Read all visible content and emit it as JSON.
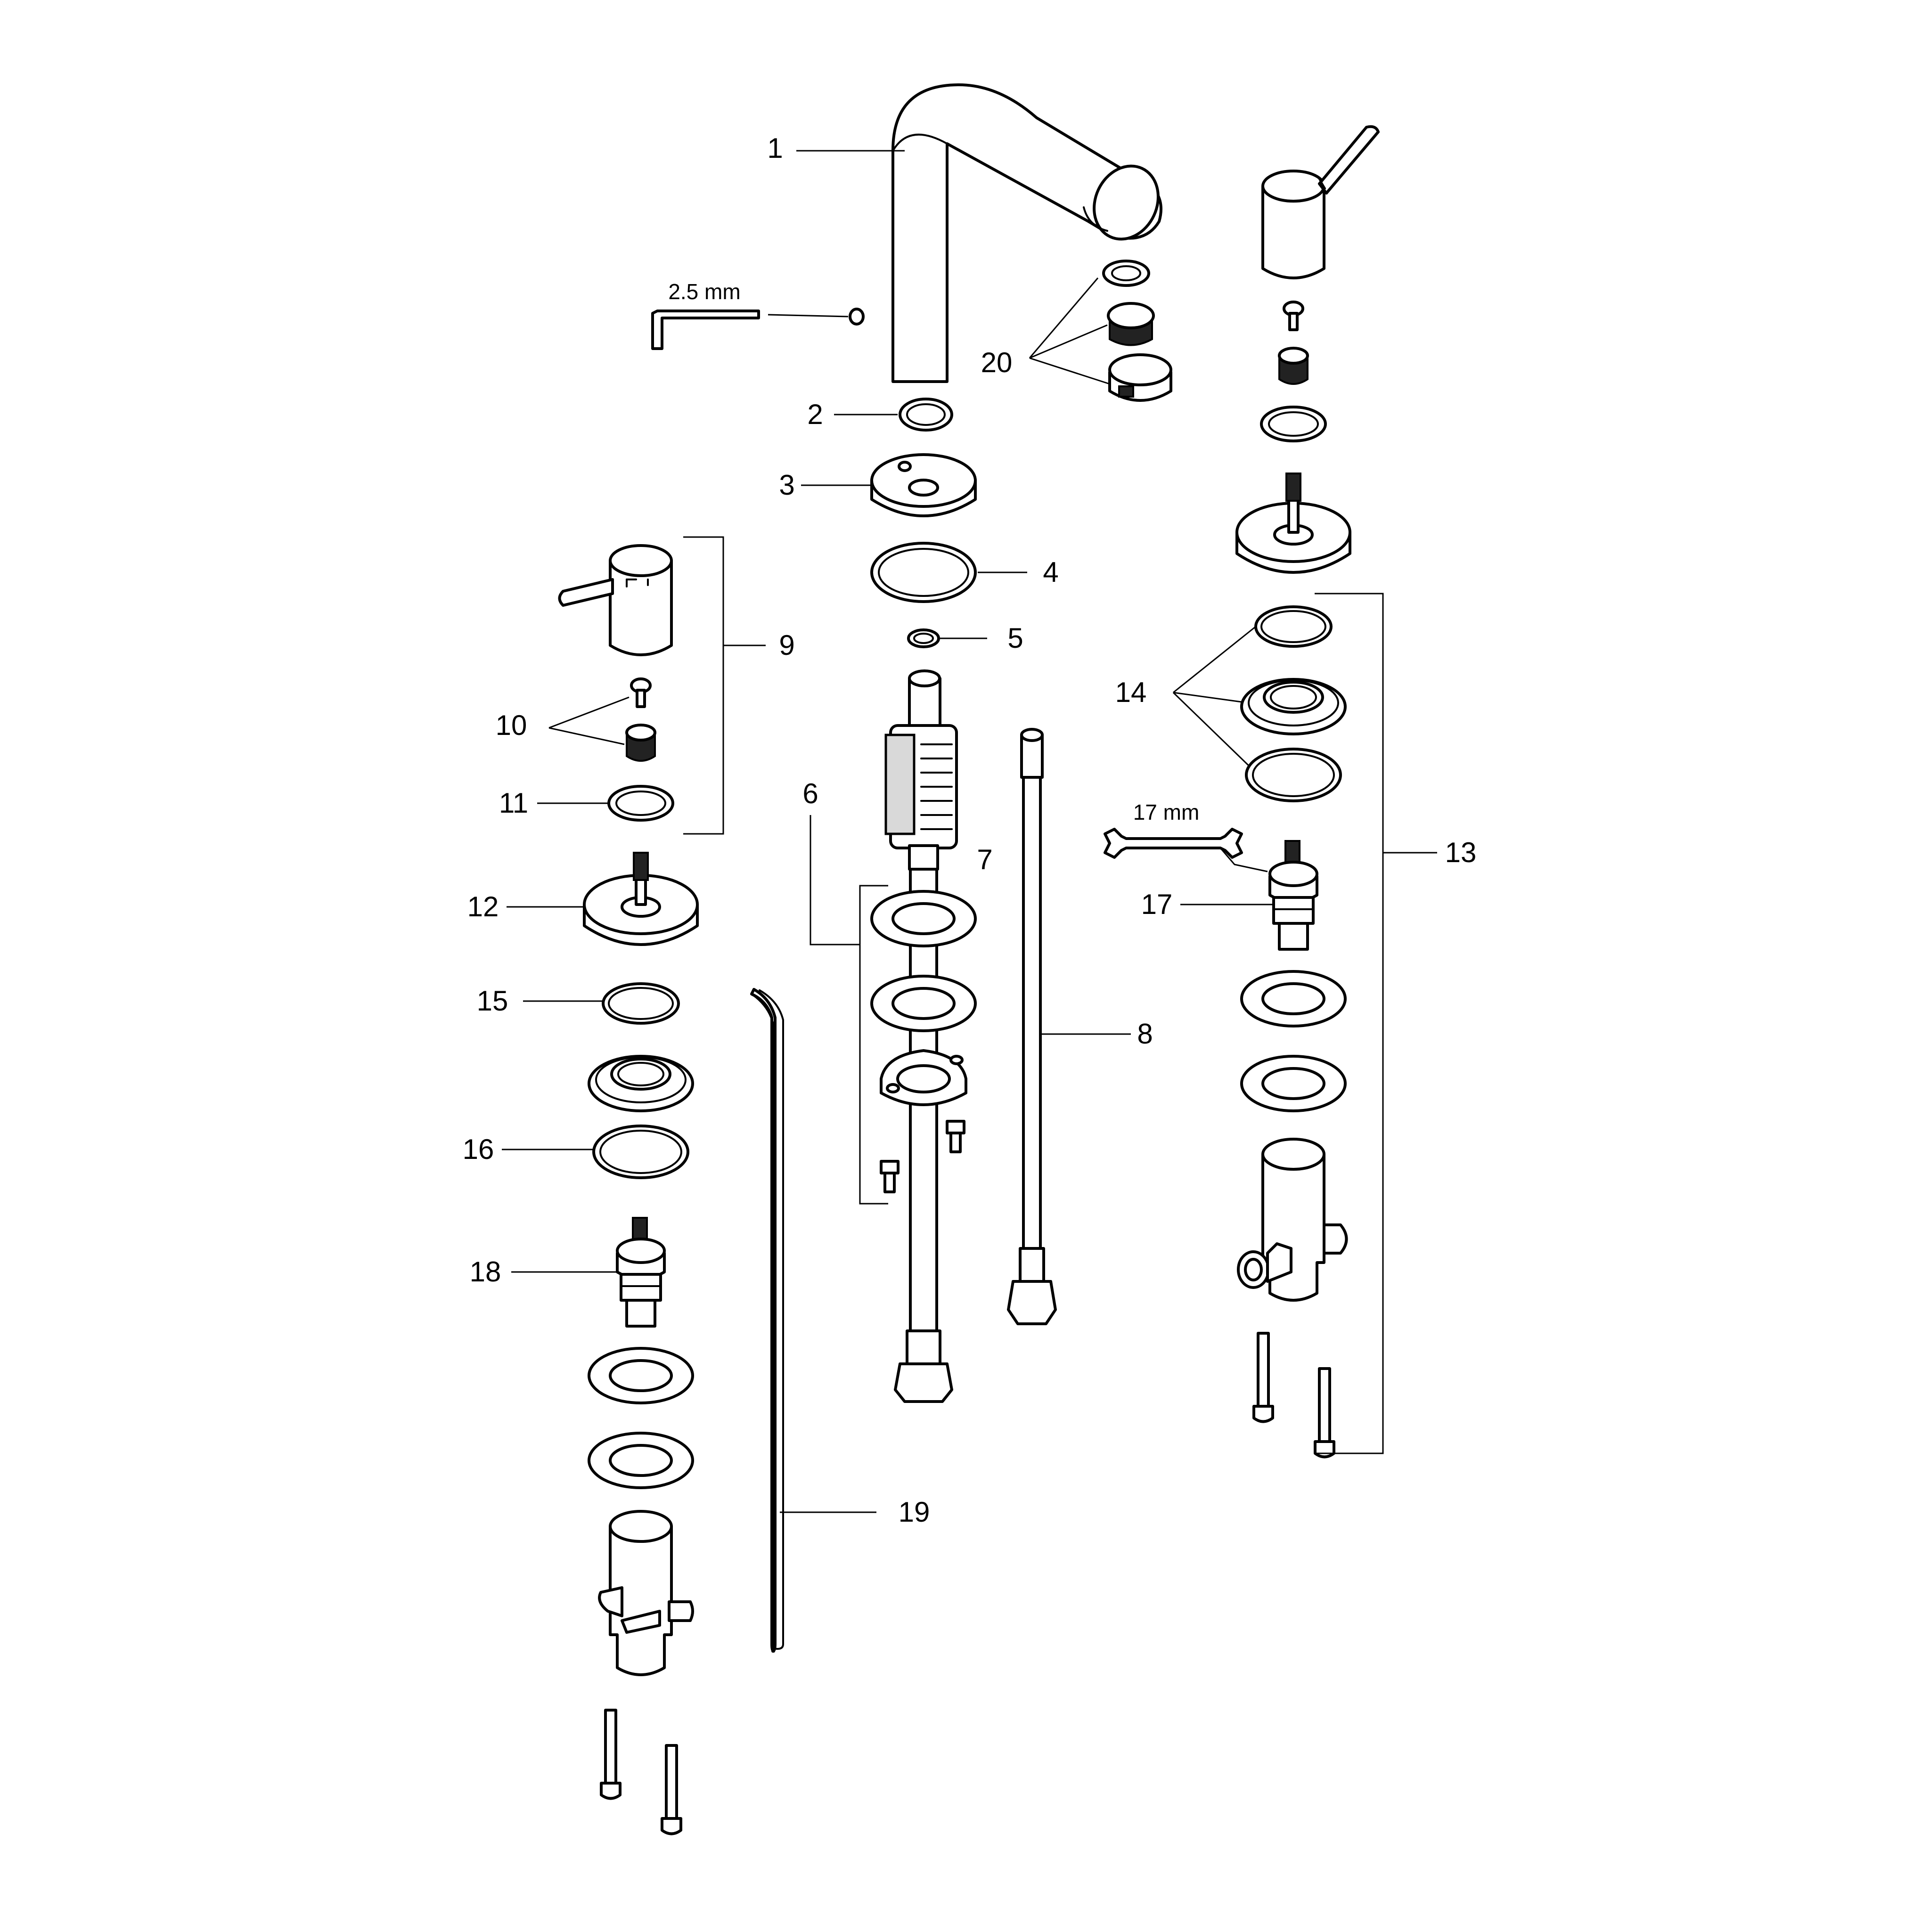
{
  "callouts": {
    "c1": "1",
    "c2": "2",
    "c3": "3",
    "c4": "4",
    "c5": "5",
    "c6": "6",
    "c7": "7",
    "c8": "8",
    "c9": "9",
    "c10": "10",
    "c11": "11",
    "c12": "12",
    "c13": "13",
    "c14": "14",
    "c15": "15",
    "c16": "16",
    "c17": "17",
    "c18": "18",
    "c19": "19",
    "c20": "20"
  },
  "tools": {
    "hex_key": "2.5 mm",
    "wrench": "17 mm"
  }
}
